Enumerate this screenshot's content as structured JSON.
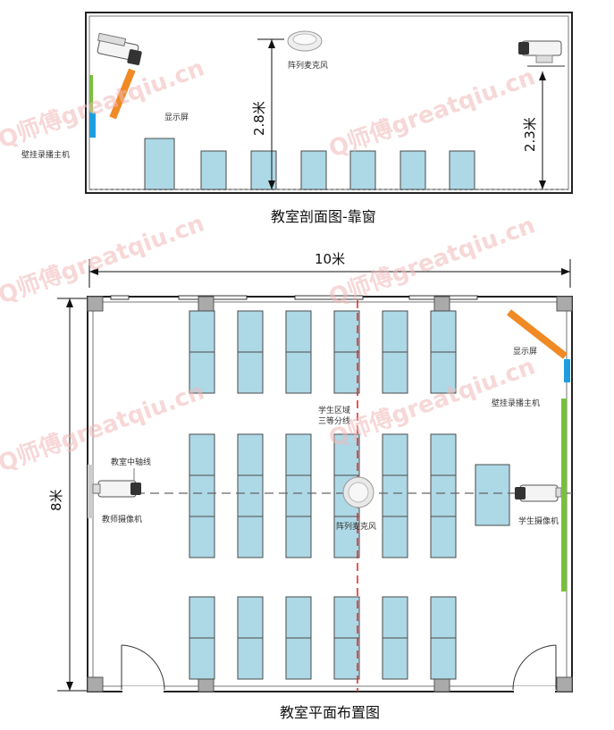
{
  "section_view": {
    "caption": "教室剖面图-靠窗",
    "height_mic": "2.8米",
    "height_cam": "2.3米",
    "label_mic": "阵列麦克风",
    "label_display": "显示屏",
    "label_recorder": "壁挂录播主机"
  },
  "plan_view": {
    "caption": "教室平面布置图",
    "width_dim": "10米",
    "depth_dim": "8米",
    "label_centerline": "教室中轴线",
    "label_teacher_cam": "教师摄像机",
    "label_student_zone_line1": "学生区域",
    "label_student_zone_line2": "三等分线",
    "label_mic": "阵列麦克风",
    "label_display": "显示屏",
    "label_recorder": "壁挂录播主机",
    "label_student_cam": "学生摄像机"
  },
  "watermark": "Q师傅greatqiu.cn",
  "colors": {
    "desk": "#add8e6",
    "desk_stroke": "#4a4a4a",
    "display": "#f08a24",
    "recorder": "#1e9ee0",
    "green_bar": "#78c03c",
    "red_dash": "#e03030"
  }
}
